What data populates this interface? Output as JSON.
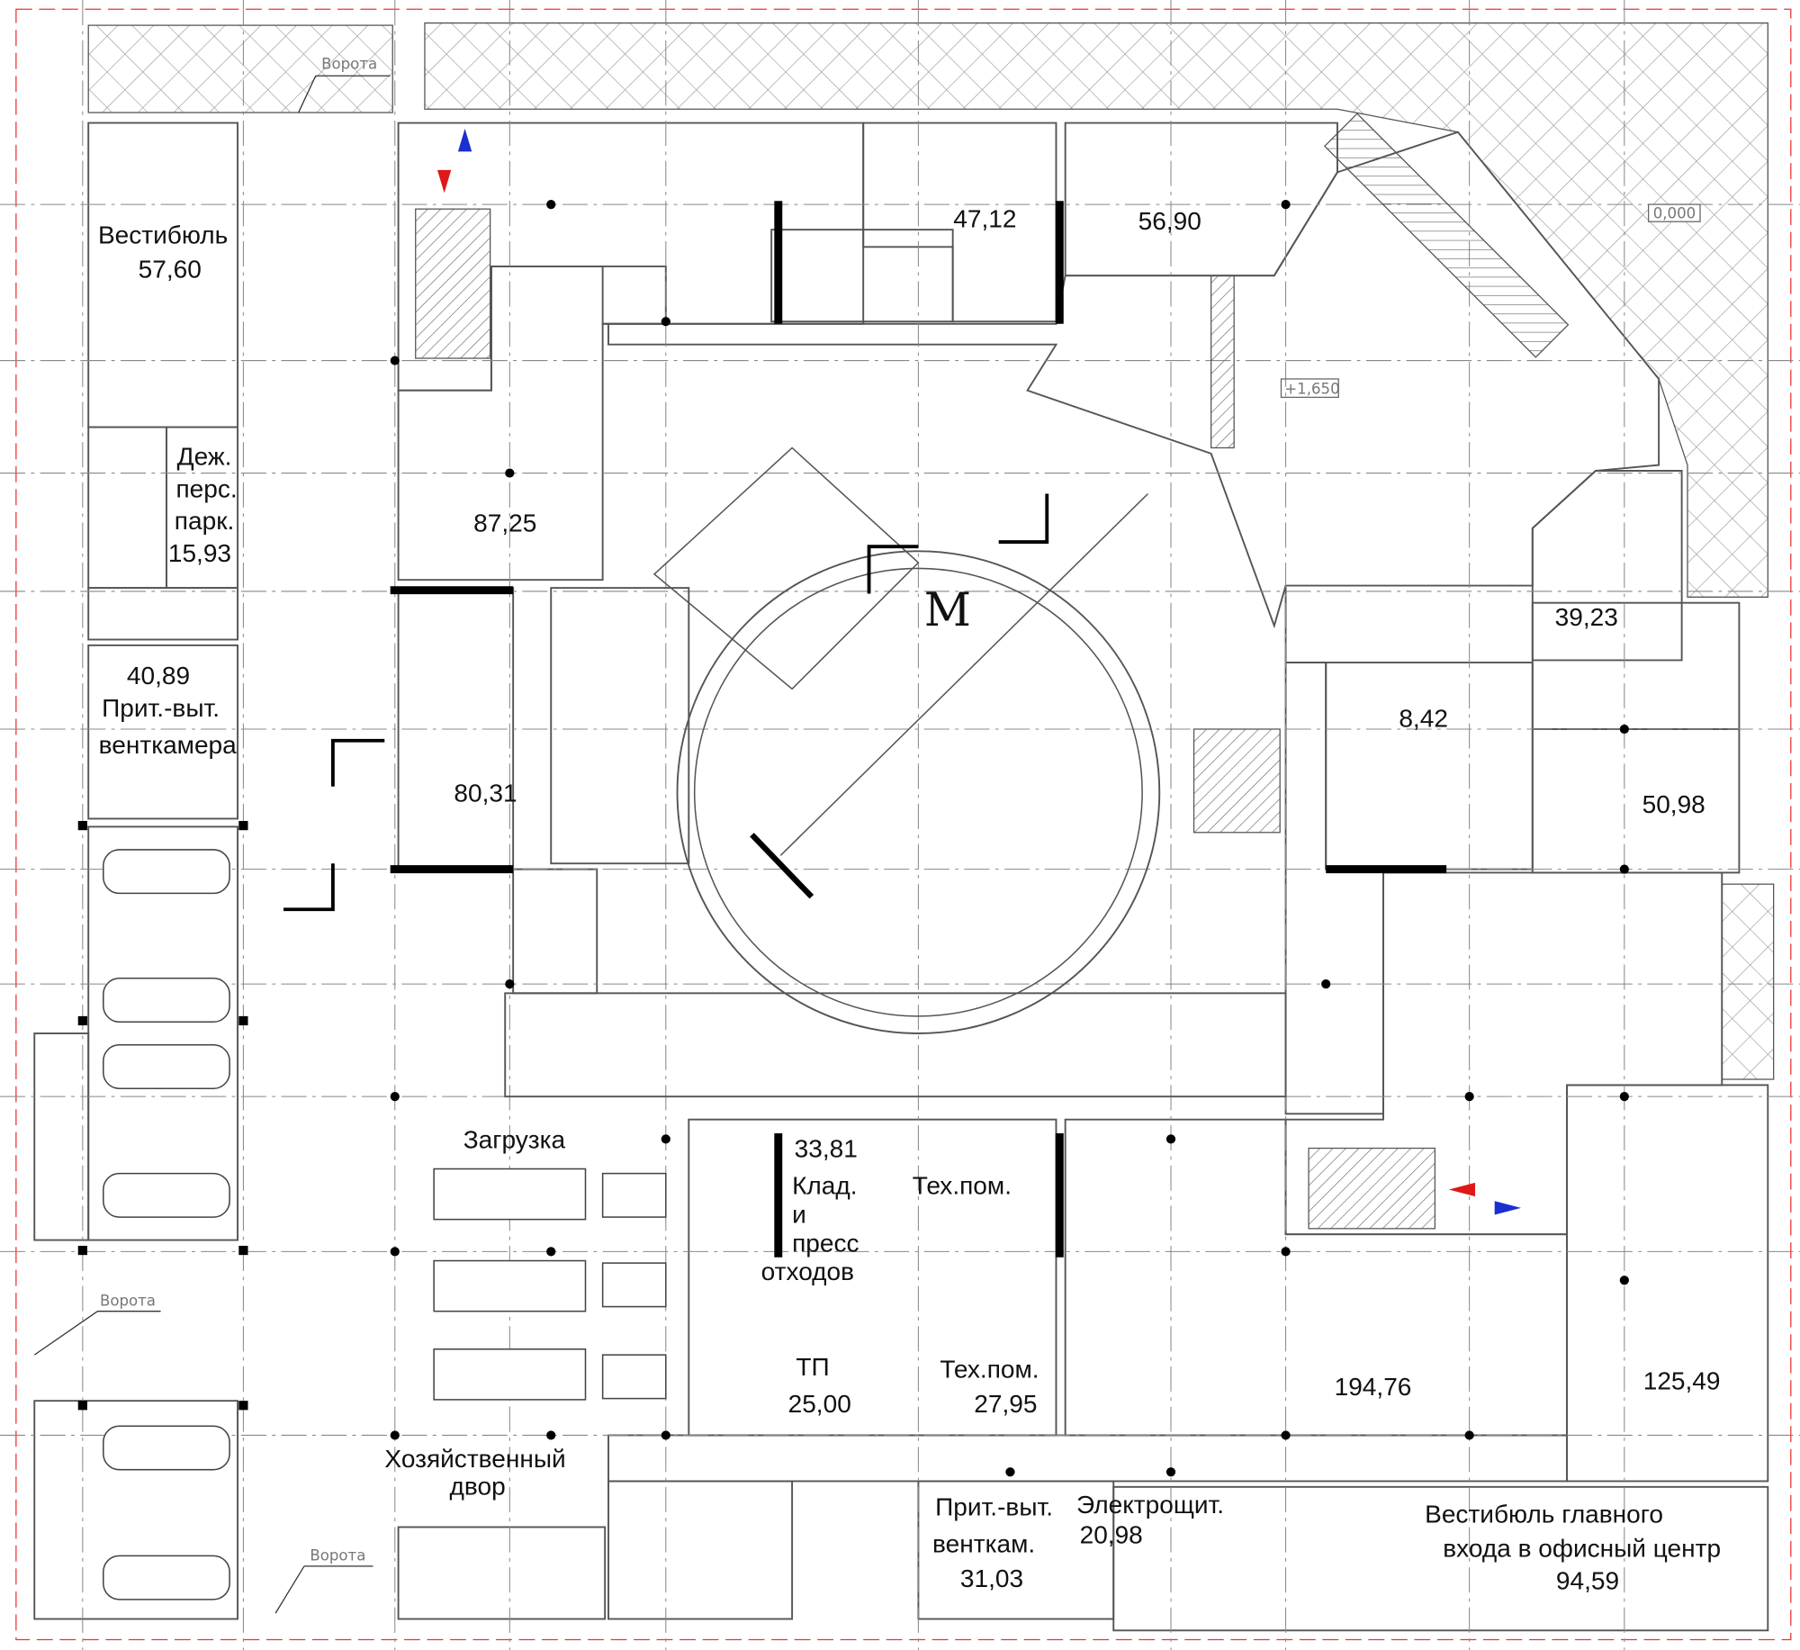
{
  "plan": {
    "gate_label": "Ворота",
    "level_ground": "0,000",
    "level_upper": "+1,650",
    "metro_symbol": "M",
    "colors": {
      "vestibule": "#d5d8ad",
      "service": "#f3e3c4",
      "retail": "#f2d8f6",
      "public": "#e3d7e7",
      "technical": "#d2d9ec",
      "parking": "#e2e2e2"
    },
    "rooms": [
      {
        "lines": [
          "Вестибюль",
          "57,60"
        ]
      },
      {
        "lines": [
          "Деж.",
          "перс.",
          "парк.",
          "15,93"
        ]
      },
      {
        "lines": [
          "40,89",
          "Прит.-выт.",
          "венткамера"
        ]
      },
      {
        "lines": [
          "87,25"
        ]
      },
      {
        "lines": [
          "47,12"
        ]
      },
      {
        "lines": [
          "56,90"
        ]
      },
      {
        "lines": [
          "80,31"
        ]
      },
      {
        "lines": [
          "39,23"
        ]
      },
      {
        "lines": [
          "8,42"
        ]
      },
      {
        "lines": [
          "50,98"
        ]
      },
      {
        "lines": [
          "Загрузка"
        ]
      },
      {
        "lines": [
          "33,81",
          "Клад.",
          "и",
          "пресс",
          "отходов"
        ]
      },
      {
        "lines": [
          "Тех.пом."
        ]
      },
      {
        "lines": [
          "ТП",
          "25,00"
        ]
      },
      {
        "lines": [
          "Тех.пом.",
          "27,95"
        ]
      },
      {
        "lines": [
          "194,76"
        ]
      },
      {
        "lines": [
          "125,49"
        ]
      },
      {
        "lines": [
          "Хозяйственный",
          "двор"
        ]
      },
      {
        "lines": [
          "Прит.-выт.",
          "венткам.",
          "31,03"
        ]
      },
      {
        "lines": [
          "Электрощит.",
          "20,98"
        ]
      },
      {
        "lines": [
          "Вестибюль главного",
          "входа в офисный центр",
          "94,59"
        ]
      }
    ]
  }
}
